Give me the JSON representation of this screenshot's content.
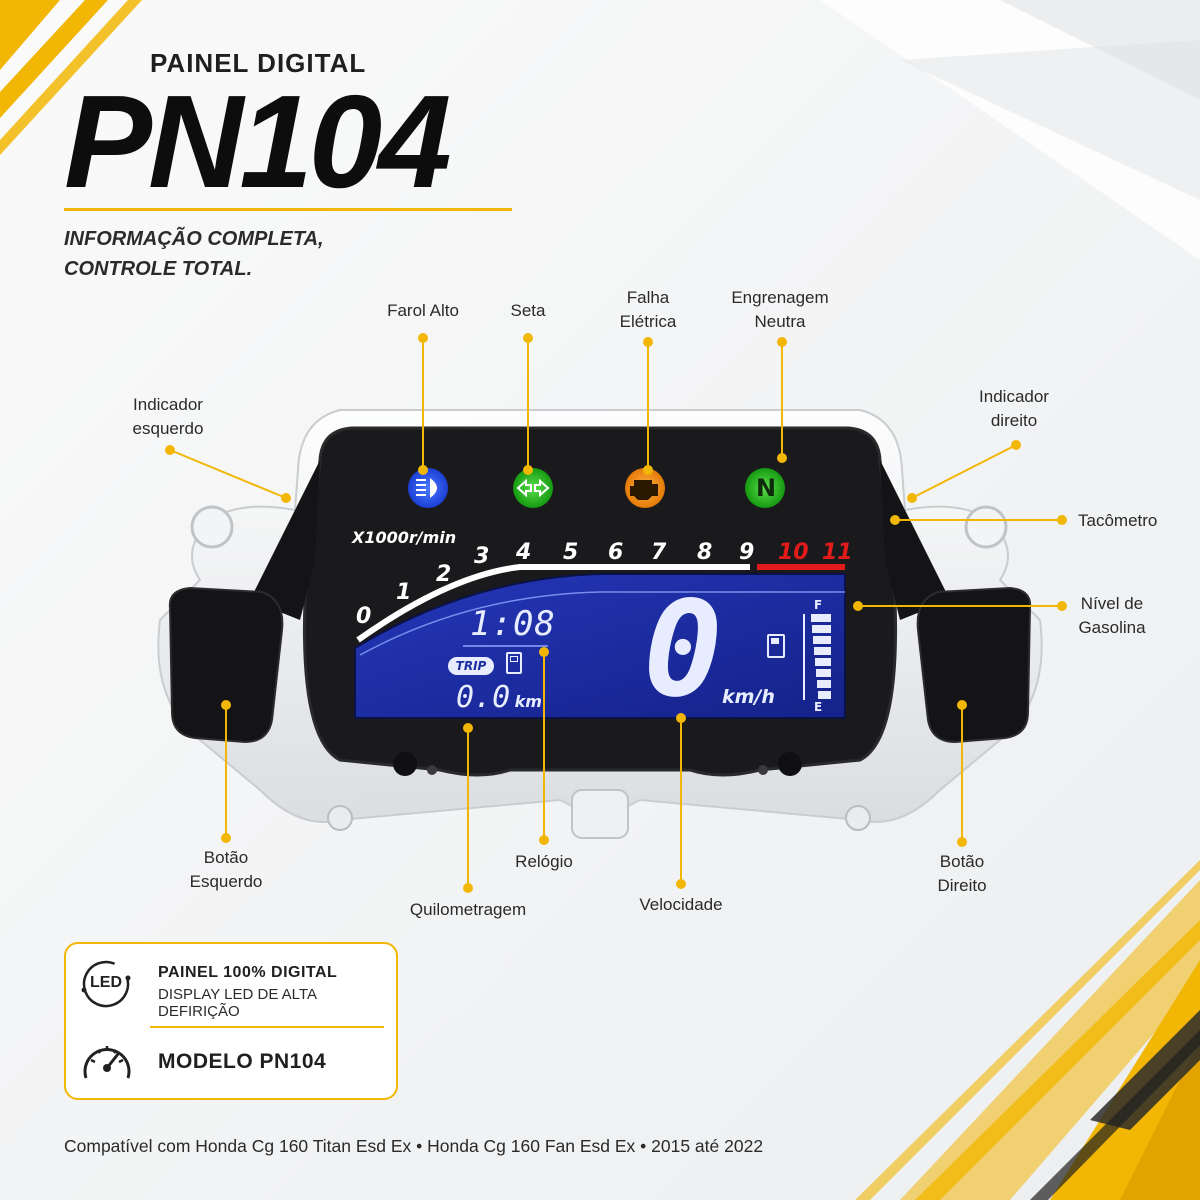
{
  "header": {
    "subtitle": "PAINEL DIGITAL",
    "title": "PN104",
    "tagline_line1": "INFORMAÇÃO COMPLETA,",
    "tagline_line2": "CONTROLE TOTAL."
  },
  "callouts": {
    "farol_alto": "Farol Alto",
    "seta": "Seta",
    "falha_line1": "Falha",
    "falha_line2": "Elétrica",
    "engrenagem_line1": "Engrenagem",
    "engrenagem_line2": "Neutra",
    "indicador_esq_line1": "Indicador",
    "indicador_esq_line2": "esquerdo",
    "indicador_dir_line1": "Indicador",
    "indicador_dir_line2": "direito",
    "tacometro": "Tacômetro",
    "nivel_line1": "Nível de",
    "nivel_line2": "Gasolina",
    "botao_esq_line1": "Botão",
    "botao_esq_line2": "Esquerdo",
    "botao_dir_line1": "Botão",
    "botao_dir_line2": "Direito",
    "quilometragem": "Quilometragem",
    "relogio": "Relógio",
    "velocidade": "Velocidade"
  },
  "display": {
    "rpm_label": "X1000r/min",
    "rpm_ticks": [
      "0",
      "1",
      "2",
      "3",
      "4",
      "5",
      "6",
      "7",
      "8",
      "9",
      "10",
      "11"
    ],
    "clock": "1:08",
    "trip_label": "TRIP",
    "odometer": "0.0",
    "odometer_unit": "km",
    "speed": "0",
    "speed_unit": "km/h",
    "fuel_full": "F",
    "fuel_empty": "E",
    "fuel_level": 1.0,
    "neutral_symbol": "N"
  },
  "colors": {
    "accent": "#f2b705",
    "lcd_blue": "#1c2fa0",
    "high_beam": "#1f4dff",
    "turn": "#22b318",
    "fault": "#f28a12",
    "neutral": "#1ea81a",
    "redline": "#e41b1b"
  },
  "info_box": {
    "line1_title": "PAINEL 100% DIGITAL",
    "line1_desc": "DISPLAY LED DE ALTA DEFIRIÇÃO",
    "led_badge": "LED",
    "model": "MODELO PN104"
  },
  "footer": {
    "compat": "Compatível com Honda Cg 160 Titan Esd Ex • Honda Cg 160 Fan Esd Ex •  2015 até 2022"
  }
}
